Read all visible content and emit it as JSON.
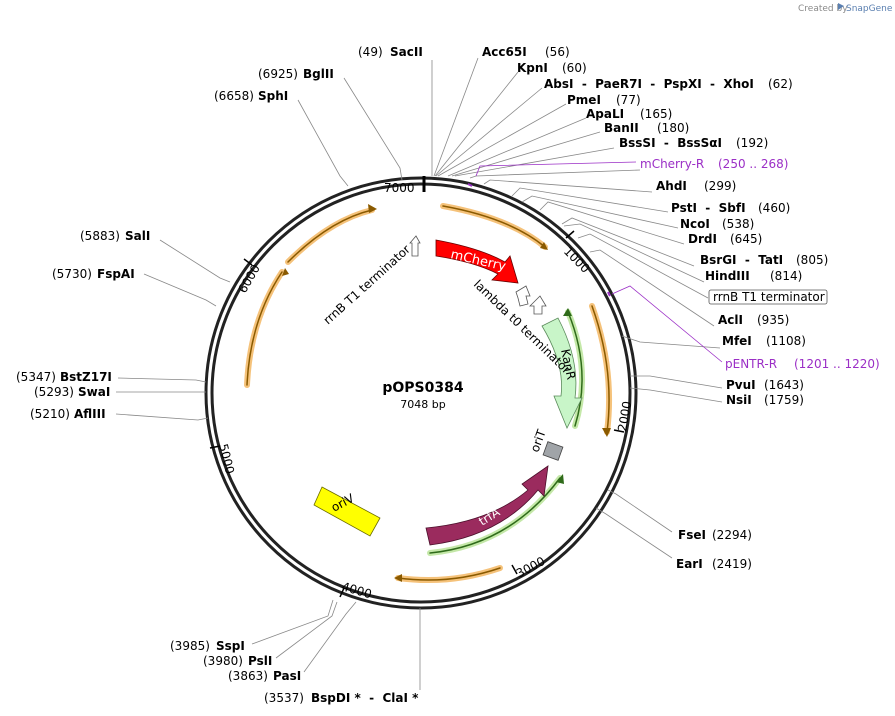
{
  "plasmid": {
    "name": "pOPS0384",
    "size_label": "7048 bp",
    "length": 7048
  },
  "credit": {
    "prefix": "Created by",
    "brand": "SnapGene"
  },
  "ticks": [
    "1000",
    "2000",
    "3000",
    "4000",
    "5000",
    "6000",
    "7000"
  ],
  "features": [
    {
      "name": "mCherry",
      "color": "#ff0000"
    },
    {
      "name": "KanR",
      "color": "#c8f5c8"
    },
    {
      "name": "oriT",
      "color": "#a0a4a8"
    },
    {
      "name": "trfA",
      "color": "#9b2b5e"
    },
    {
      "name": "oriV",
      "color": "#ffff00"
    },
    {
      "name": "rrnB T1 terminator",
      "color": "#ffffff"
    },
    {
      "name": "lambda t0 terminator",
      "color": "#ffffff"
    }
  ],
  "sites": [
    {
      "name": "SacII",
      "pos": "(49)"
    },
    {
      "name": "Acc65I",
      "pos": "(56)"
    },
    {
      "name": "KpnI",
      "pos": "(60)"
    },
    {
      "name": "AbsI  -  PaeR7I  -  PspXI  -  XhoI",
      "pos": "(62)"
    },
    {
      "name": "PmeI",
      "pos": "(77)"
    },
    {
      "name": "ApaLI",
      "pos": "(165)"
    },
    {
      "name": "BanII",
      "pos": "(180)"
    },
    {
      "name": "BssSI  -  BssSαI",
      "pos": "(192)"
    },
    {
      "name": "AhdI",
      "pos": "(299)"
    },
    {
      "name": "PstI  -  SbfI",
      "pos": "(460)"
    },
    {
      "name": "NcoI",
      "pos": "(538)"
    },
    {
      "name": "DrdI",
      "pos": "(645)"
    },
    {
      "name": "BsrGI  -  TatI",
      "pos": "(805)"
    },
    {
      "name": "HindIII",
      "pos": "(814)"
    },
    {
      "name": "AclI",
      "pos": "(935)"
    },
    {
      "name": "MfeI",
      "pos": "(1108)"
    },
    {
      "name": "PvuI",
      "pos": "(1643)"
    },
    {
      "name": "NsiI",
      "pos": "(1759)"
    },
    {
      "name": "FseI",
      "pos": "(2294)"
    },
    {
      "name": "EarI",
      "pos": "(2419)"
    },
    {
      "name": "BspDI *  -  ClaI *",
      "pos": "(3537)"
    },
    {
      "name": "PasI",
      "pos": "(3863)"
    },
    {
      "name": "PslI",
      "pos": "(3980)"
    },
    {
      "name": "SspI",
      "pos": "(3985)"
    },
    {
      "name": "AflIII",
      "pos": "(5210)"
    },
    {
      "name": "SwaI",
      "pos": "(5293)"
    },
    {
      "name": "BstZ17I",
      "pos": "(5347)"
    },
    {
      "name": "FspAI",
      "pos": "(5730)"
    },
    {
      "name": "SalI",
      "pos": "(5883)"
    },
    {
      "name": "SphI",
      "pos": "(6658)"
    },
    {
      "name": "BglII",
      "pos": "(6925)"
    }
  ],
  "primers": [
    {
      "name": "mCherry-R",
      "range": "(250 .. 268)"
    },
    {
      "name": "pENTR-R",
      "range": "(1201 .. 1220)"
    }
  ],
  "boxed_feature": {
    "name": "rrnB T1 terminator"
  },
  "colors": {
    "primer": "#9b2fc6",
    "orf_arc": "#f0a030",
    "orf_arc_green": "#7bc043"
  }
}
